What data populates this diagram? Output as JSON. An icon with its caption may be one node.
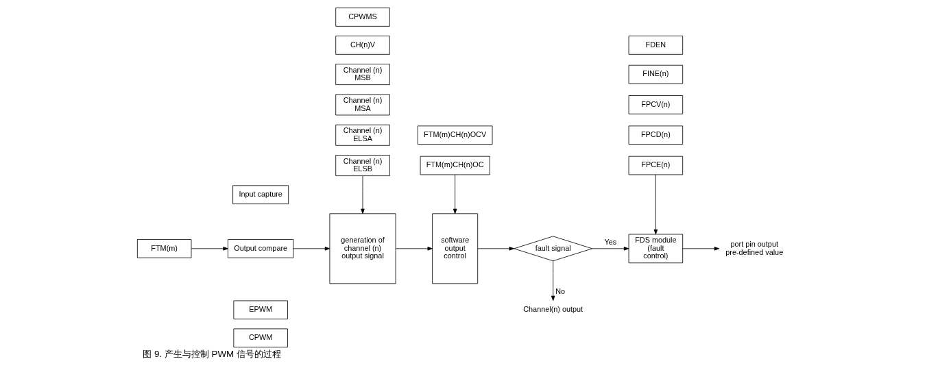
{
  "diagram": {
    "caption": "图 9. 产生与控制 PWM 信号的过程",
    "nodes": [
      {
        "text": [
          "FTM(m)"
        ]
      },
      {
        "text": [
          "Input capture"
        ]
      },
      {
        "text": [
          "Output compare"
        ]
      },
      {
        "text": [
          "EPWM"
        ]
      },
      {
        "text": [
          "CPWM"
        ]
      },
      {
        "text": [
          "CPWMS"
        ]
      },
      {
        "text": [
          "CH(n)V"
        ]
      },
      {
        "text": [
          "Channel (n) MSB"
        ]
      },
      {
        "text": [
          "Channel (n) MSA"
        ]
      },
      {
        "text": [
          "Channel (n) ELSA"
        ]
      },
      {
        "text": [
          "Channel (n) ELSB"
        ]
      },
      {
        "text": [
          "generation of channel (n) output signal"
        ]
      },
      {
        "text": [
          "FTM(m)CH(n)OCV"
        ]
      },
      {
        "text": [
          "FTM(m)CH(n)OC"
        ]
      },
      {
        "text": [
          "software output control"
        ]
      },
      {
        "text": [
          "fault signal"
        ]
      },
      {
        "text": [
          "FDEN"
        ]
      },
      {
        "text": [
          "FINE(n)"
        ]
      },
      {
        "text": [
          "FPCV(n)"
        ]
      },
      {
        "text": [
          "FPCD(n)"
        ]
      },
      {
        "text": [
          "FPCE(n)"
        ]
      },
      {
        "text": [
          "FDS module (fault control)"
        ]
      },
      {
        "text": [
          "port pin output pre-defined value"
        ]
      },
      {
        "text": [
          "Channel(n) output"
        ]
      }
    ],
    "edges": [
      {
        "from": 0,
        "to": 2,
        "arrow": "to"
      },
      {
        "from": 2,
        "to": 11,
        "arrow": "to"
      },
      {
        "from": 10,
        "to": 11,
        "arrow": "to"
      },
      {
        "from": 11,
        "to": 14,
        "arrow": "to"
      },
      {
        "from": 13,
        "to": 14,
        "arrow": "to"
      },
      {
        "from": 14,
        "to": 15,
        "arrow": "to"
      },
      {
        "from": 15,
        "to": 21,
        "arrow": "to",
        "label": "Yes"
      },
      {
        "from": 20,
        "to": 21,
        "arrow": "to"
      },
      {
        "from": 21,
        "to": 22,
        "arrow": "to"
      },
      {
        "from": 15,
        "to": 23,
        "arrow": "to",
        "label": "No"
      }
    ]
  }
}
